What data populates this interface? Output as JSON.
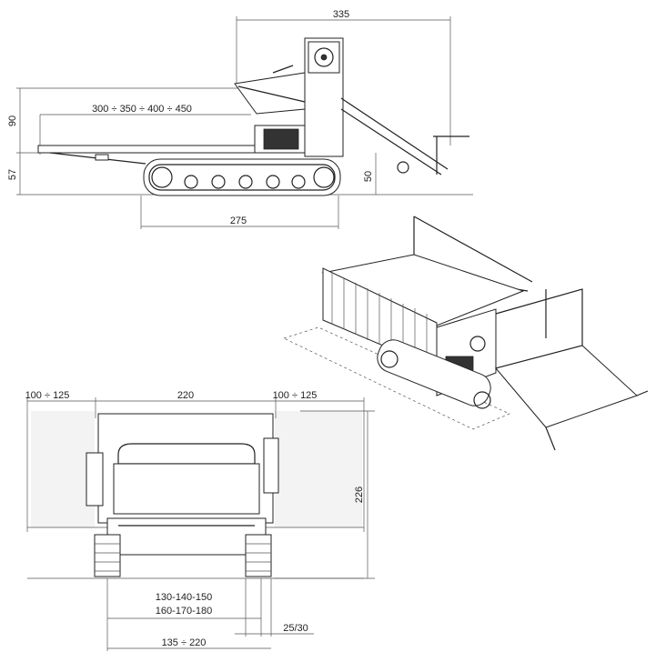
{
  "side_view": {
    "dim_top_width": "335",
    "dim_bed_length": "300 ÷ 350 ÷ 400 ÷ 450",
    "dim_height_90": "90",
    "dim_height_57": "57",
    "dim_height_50": "50",
    "dim_track_length": "275"
  },
  "front_view": {
    "dim_left_ext": "100 ÷ 125",
    "dim_center_width": "220",
    "dim_right_ext": "100 ÷ 125",
    "dim_height_226": "226",
    "dim_track_gauge_1": "130-140-150",
    "dim_track_gauge_2": "160-170-180",
    "dim_track_width": "25/30",
    "dim_overall_width": "135 ÷ 220"
  }
}
